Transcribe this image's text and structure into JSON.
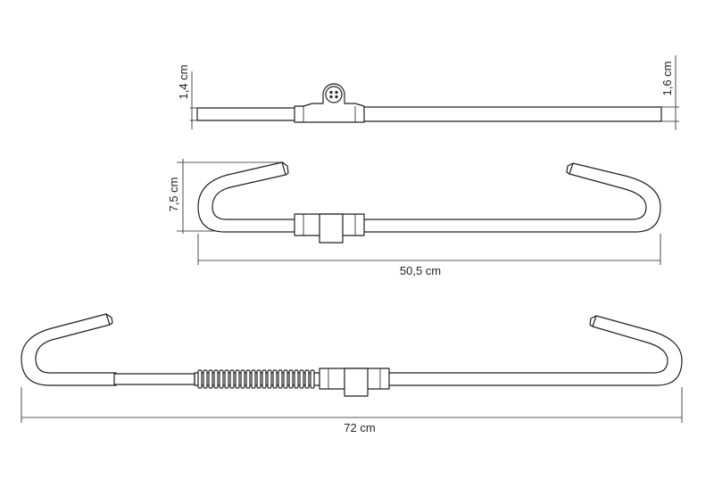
{
  "views": {
    "top": {
      "left_diameter_label": "1,4 cm",
      "right_diameter_label": "1,6 cm"
    },
    "closed": {
      "height_label": "7,5 cm",
      "width_label": "50,5 cm"
    },
    "extended": {
      "width_label": "72 cm"
    }
  },
  "colors": {
    "line": "#231f20",
    "background": "#ffffff"
  }
}
